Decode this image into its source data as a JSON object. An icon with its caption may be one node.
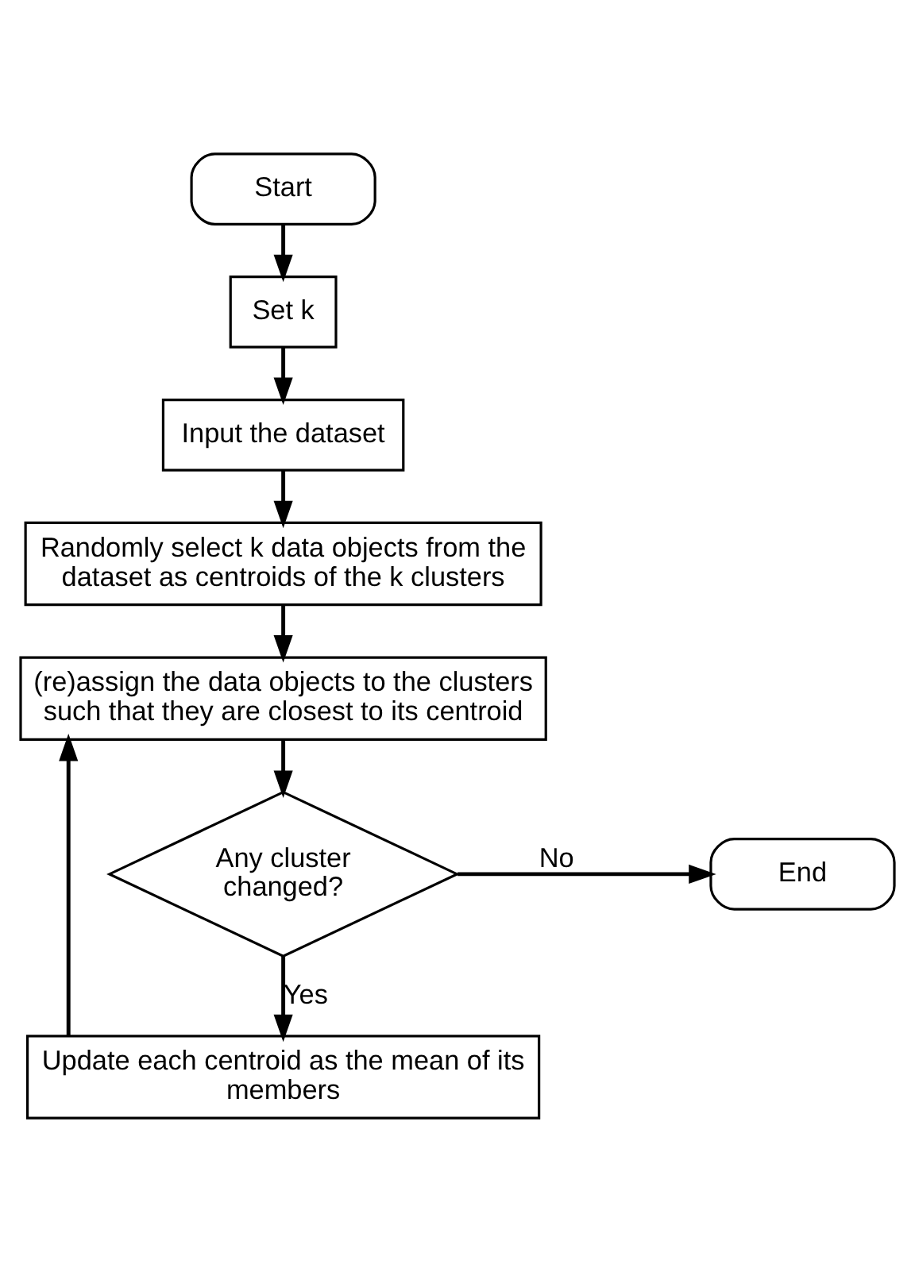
{
  "diagram": {
    "nodes": [
      {
        "text": [
          "Start"
        ]
      },
      {
        "text": [
          "Set k"
        ]
      },
      {
        "text": [
          "Input the dataset"
        ]
      },
      {
        "text": [
          "Randomly select k data objects from the dataset as centroids of the k clusters"
        ]
      },
      {
        "text": [
          "(re)assign the data objects to the clusters such that they are closest to its centroid"
        ]
      },
      {
        "text": [
          "Any cluster changed?"
        ]
      },
      {
        "text": [
          "End"
        ]
      },
      {
        "text": [
          "Update each centroid as the mean of its members"
        ]
      }
    ],
    "edges": [
      {
        "from": 0,
        "to": 1,
        "arrow": "to"
      },
      {
        "from": 1,
        "to": 2,
        "arrow": "to"
      },
      {
        "from": 2,
        "to": 3,
        "arrow": "to"
      },
      {
        "from": 3,
        "to": 4,
        "arrow": "to"
      },
      {
        "from": 4,
        "to": 5,
        "arrow": "to"
      },
      {
        "from": 5,
        "to": 6,
        "arrow": "to",
        "label": "No"
      },
      {
        "from": 5,
        "to": 7,
        "arrow": "to",
        "label": "Yes"
      },
      {
        "from": 7,
        "to": 4,
        "arrow": "to"
      }
    ]
  }
}
